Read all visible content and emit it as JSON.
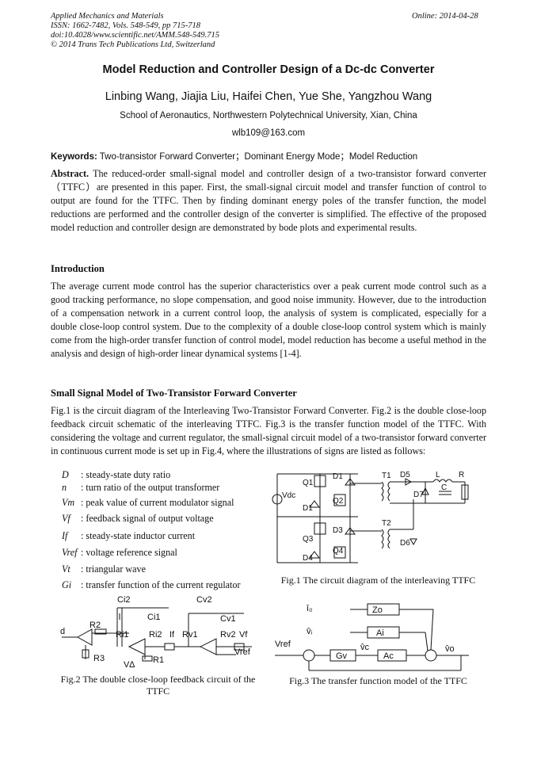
{
  "header": {
    "journal": "Applied Mechanics and Materials",
    "issn": "ISSN: 1662-7482, Vols. 548-549, pp 715-718",
    "doi": "doi:10.4028/www.scientific.net/AMM.548-549.715",
    "copyright": "© 2014 Trans Tech Publications Ltd, Switzerland",
    "online": "Online: 2014-04-28"
  },
  "title": "Model Reduction and Controller Design of a Dc-dc Converter",
  "authors": "Linbing Wang, Jiajia Liu, Haifei Chen, Yue She, Yangzhou Wang",
  "affiliation": "School of Aeronautics, Northwestern Polytechnical University, Xian, China",
  "email": "wlb109@163.com",
  "keywords": {
    "label": "Keywords:",
    "text": " Two-transistor Forward Converter；Dominant Energy Mode；Model  Reduction"
  },
  "abstract": {
    "label": "Abstract.",
    "text": " The reduced-order small-signal model and controller design of a two-transistor forward converter（TTFC）are presented in this paper. First, the small-signal circuit model and transfer function of control to output are found for the TTFC. Then by finding dominant energy poles of the transfer function, the model reductions are performed and the controller design of the converter is simplified. The effective of the proposed model reduction and controller design are demonstrated by bode plots and experimental results."
  },
  "intro": {
    "heading": "Introduction",
    "text": "The average current mode control has the superior characteristics over a peak current mode control such as a good tracking performance, no slope compensation, and good noise immunity. However, due to the introduction of a compensation network in a current control loop, the analysis of system is complicated, especially for a double close-loop control system. Due to the complexity of a double close-loop control system which is mainly come from the high-order transfer function of control model, model reduction has become a useful method in the analysis and design of high-order linear dynamical systems [1-4]."
  },
  "ssm": {
    "heading": "Small Signal Model of Two-Transistor Forward Converter",
    "text": "Fig.1 is the circuit diagram of the Interleaving Two-Transistor Forward Converter. Fig.2 is the double close-loop feedback circuit schematic of the interleaving TTFC. Fig.3 is the transfer function model of the TTFC. With considering the voltage and current regulator, the small-signal circuit model of a two-transistor forward converter in continuous current mode is set up in Fig.4, where the illustrations of signs are listed as follows:"
  },
  "symbols": [
    {
      "sym": "D",
      "desc": ":  steady-state duty ratio"
    },
    {
      "sym": "n",
      "desc": ":  turn ratio of the output transformer"
    },
    {
      "sym": "Vm",
      "desc": ": peak value of current modulator signal"
    },
    {
      "sym": "Vf",
      "desc": ": feedback signal of output voltage"
    },
    {
      "sym": "If",
      "desc": ": steady-state inductor current"
    },
    {
      "sym": "Vref",
      "desc": ": voltage reference signal"
    },
    {
      "sym": "Vt",
      "desc": ": triangular wave"
    },
    {
      "sym": "Gi",
      "desc": ": transfer function of the current regulator"
    }
  ],
  "fig1": {
    "caption": "Fig.1 The circuit diagram of the interleaving TTFC",
    "labels": {
      "vdc": "Vdc",
      "q1": "Q1",
      "q2": "Q2",
      "q3": "Q3",
      "q4": "Q4",
      "d1a": "D1",
      "d1b": "D1",
      "d3": "D3",
      "d4": "D4",
      "t1": "T1",
      "t2": "T2",
      "d5": "D5",
      "d6": "D6",
      "d7": "D7",
      "l": "L",
      "r": "R",
      "c": "C"
    }
  },
  "fig2": {
    "caption": "Fig.2  The double close-loop feedback circuit of the TTFC",
    "labels": {
      "ci2": "Ci2",
      "ci1": "Ci1",
      "cv2": "Cv2",
      "cv1": "Cv1",
      "r2": "R2",
      "ri1": "Ri1",
      "ri2": "Ri2",
      "if": "If",
      "rv1": "Rv1",
      "rv2": "Rv2",
      "vf": "Vf",
      "vref": "Vref",
      "d": "d",
      "r3": "R3",
      "vd": "V∆",
      "r1": "R1"
    }
  },
  "fig3": {
    "caption": "Fig.3 The transfer function model of the TTFC",
    "labels": {
      "io": "î₀",
      "vi": "v̂ᵢ",
      "vref": "Vref",
      "zo": "Zo",
      "ai": "Ai",
      "gv": "Gv",
      "ac": "Ac",
      "vc": "v̂c",
      "vo": "v̂o"
    }
  }
}
